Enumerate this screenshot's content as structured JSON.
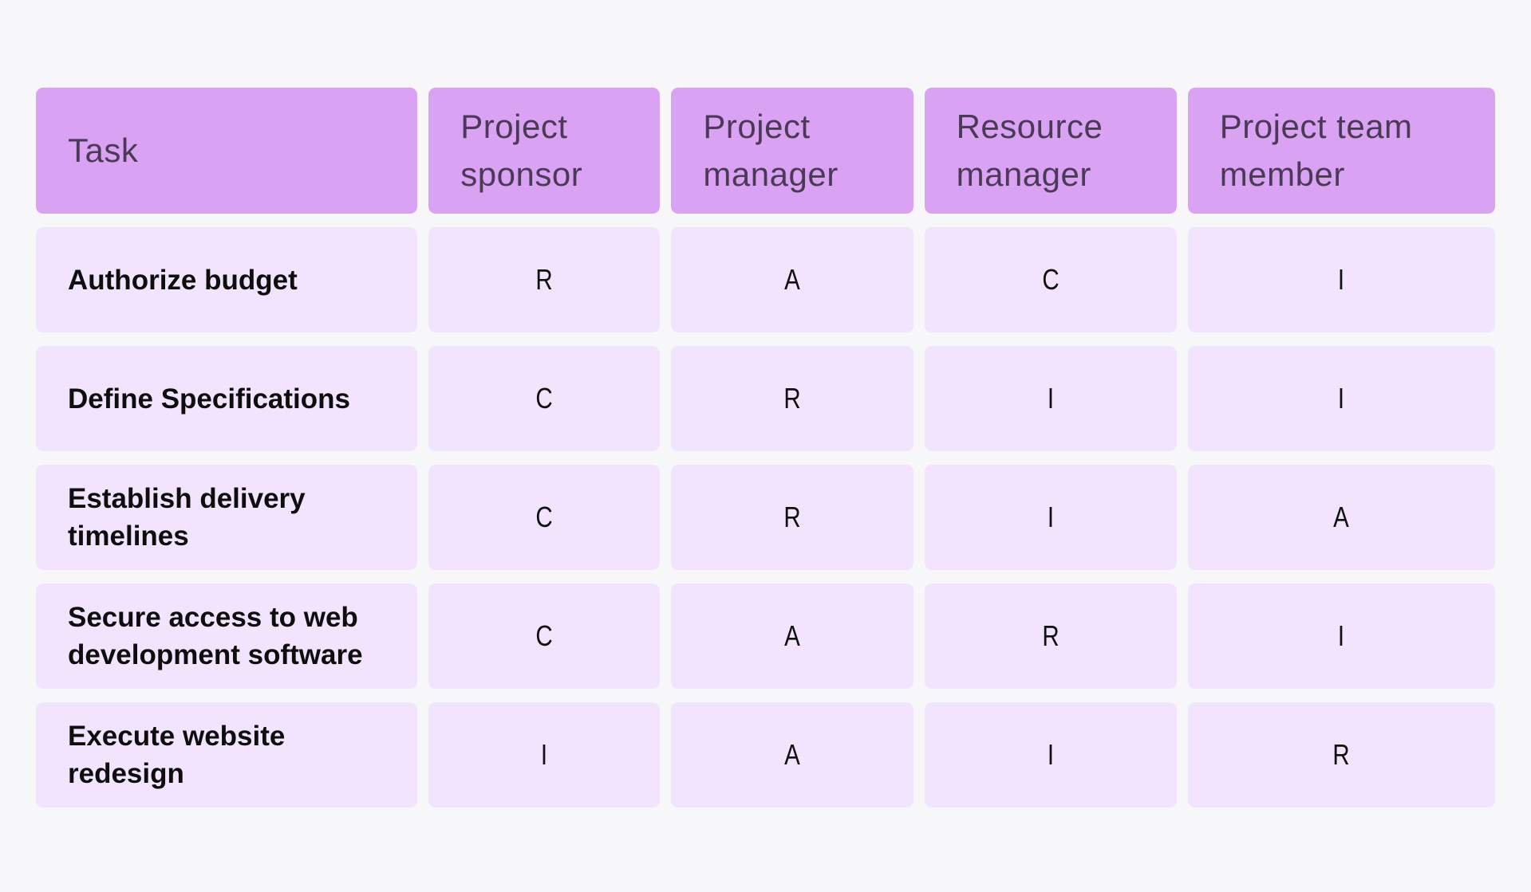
{
  "colors": {
    "page_background": "#f7f6f8",
    "header_cell_background": "#d9a2f3",
    "body_cell_background": "#f1e4fc",
    "header_text": "#4b3a55",
    "body_text": "#0e0e0e"
  },
  "chart_data": {
    "type": "table",
    "columns": [
      "Task",
      "Project sponsor",
      "Project manager",
      "Resource manager",
      "Project team member"
    ],
    "rows": [
      {
        "task": "Authorize budget",
        "values": [
          "R",
          "A",
          "C",
          "I"
        ]
      },
      {
        "task": "Define Specifications",
        "values": [
          "C",
          "R",
          "I",
          "I"
        ]
      },
      {
        "task": "Establish delivery timelines",
        "values": [
          "C",
          "R",
          "I",
          "A"
        ]
      },
      {
        "task": "Secure access to web development software",
        "values": [
          "C",
          "A",
          "R",
          "I"
        ]
      },
      {
        "task": "Execute website redesign",
        "values": [
          "I",
          "A",
          "I",
          "R"
        ]
      }
    ]
  }
}
